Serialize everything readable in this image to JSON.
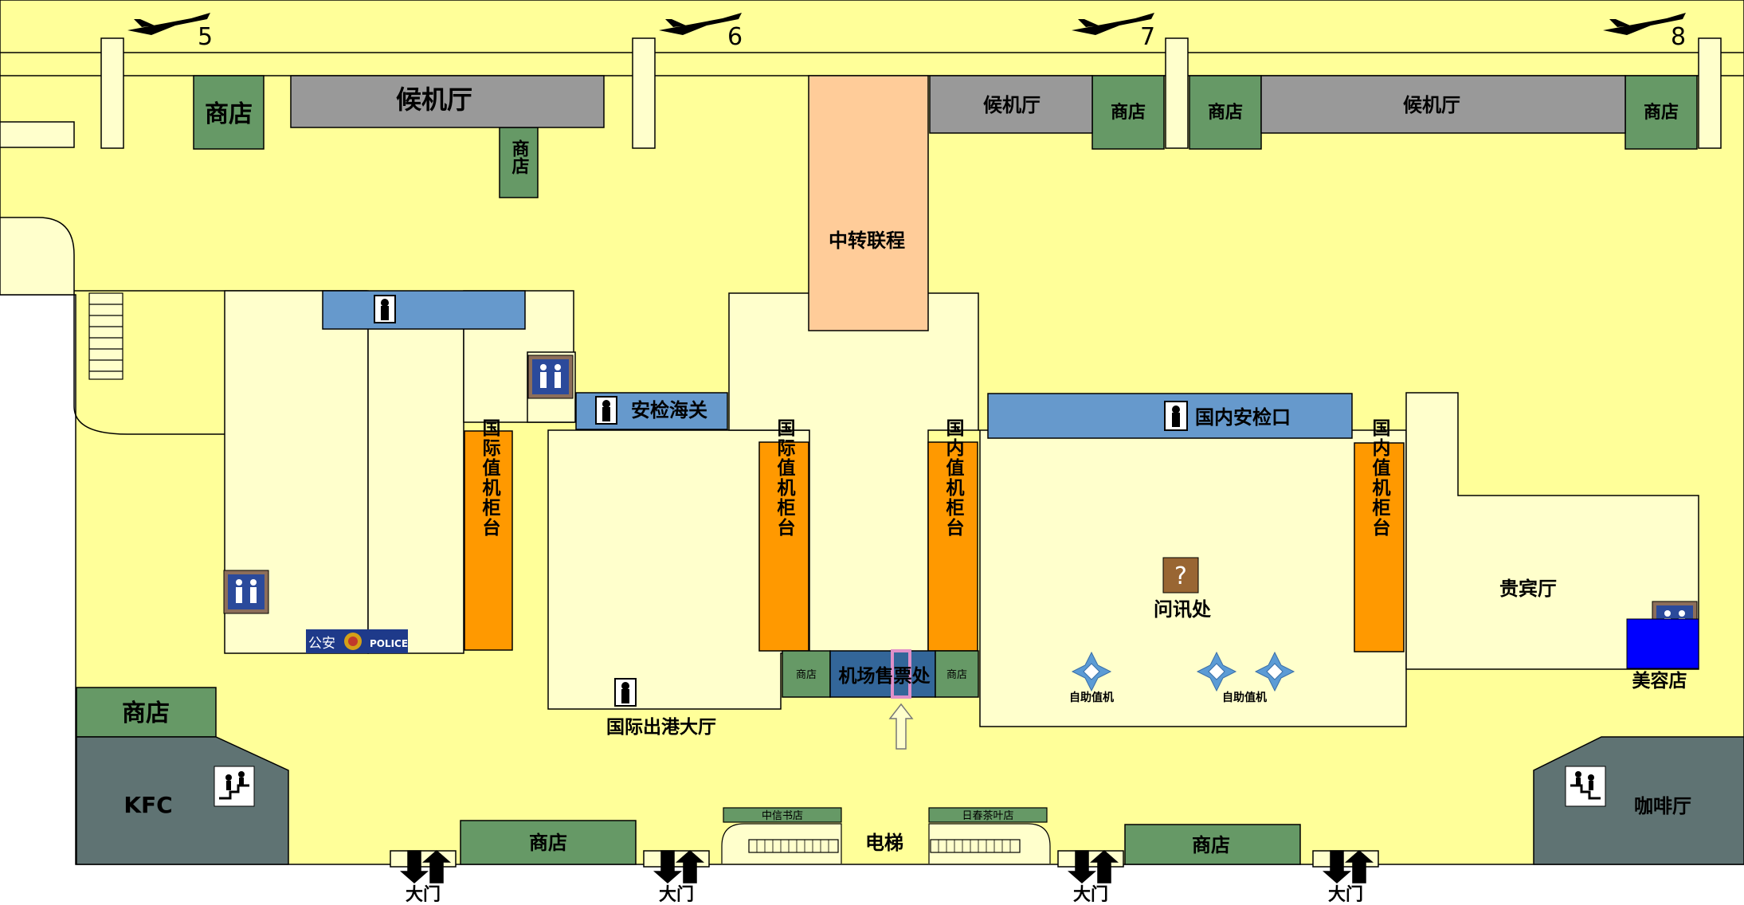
{
  "gates": [
    "5",
    "6",
    "7",
    "8"
  ],
  "labels": {
    "shop": "商店",
    "waiting_hall": "候机厅",
    "transfer": "中转联程",
    "security_customs": "安检海关",
    "domestic_security": "国内安检口",
    "intl_checkin": "国际值机柜台",
    "dom_checkin": "国内值机柜台",
    "info_desk": "问讯处",
    "vip_lounge": "贵宾厅",
    "beauty_salon": "美容店",
    "ticket_office": "机场售票处",
    "intl_departure_hall": "国际出港大厅",
    "self_checkin": "自助值机",
    "kfc": "KFC",
    "cafe": "咖啡厅",
    "elevator": "电梯",
    "citic_bookstore": "中信书店",
    "rchun_tea": "日春茶叶店",
    "main_gate": "大门",
    "police_cn": "公安",
    "police_en": "POLICE",
    "question_mark": "?"
  },
  "colors": {
    "floor": "#ffff99",
    "light_area": "#ffffcc",
    "shop": "#669966",
    "waiting": "#999999",
    "transfer": "#ffcc99",
    "security": "#6699cc",
    "checkin": "#ff9900",
    "ticket": "#336699",
    "kfc_cafe": "#5f7373",
    "salon": "#0000ff",
    "info": "#996633"
  }
}
